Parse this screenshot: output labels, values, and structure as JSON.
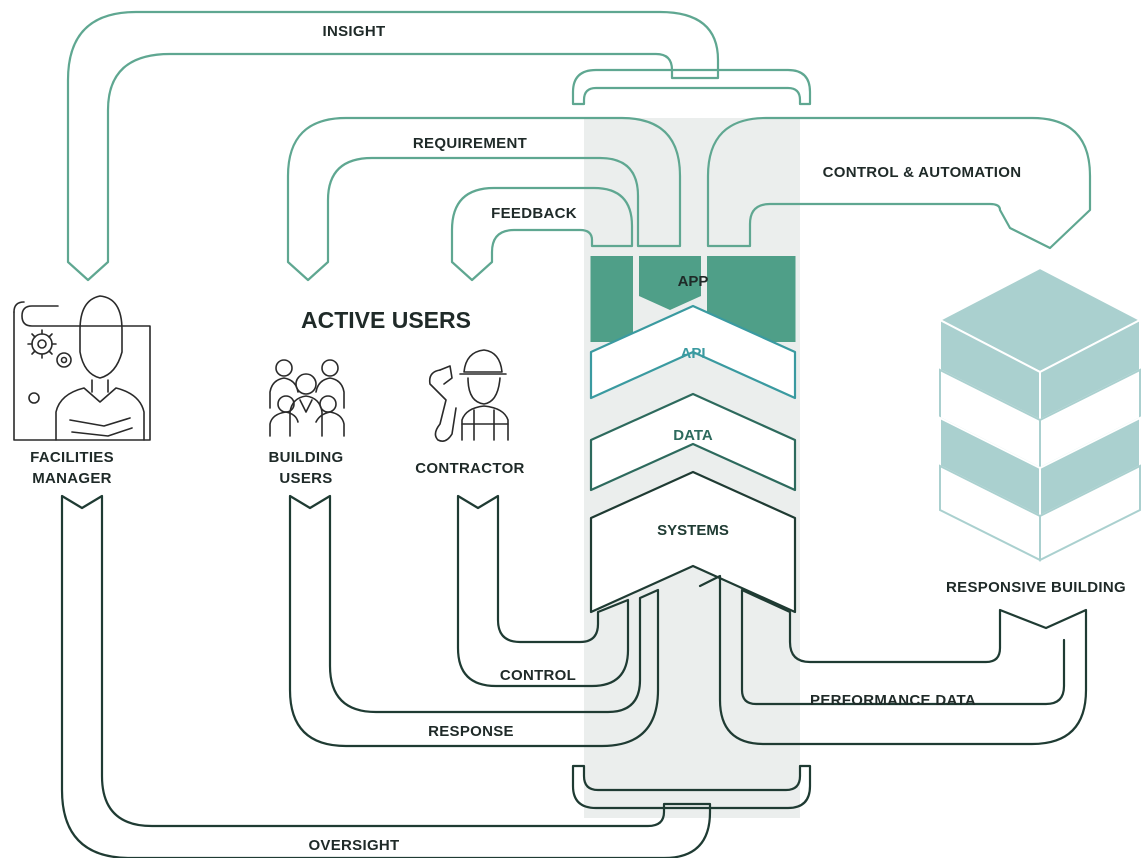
{
  "colors": {
    "green_arrow": "#5fa791",
    "dark_arrow": "#1f3b33",
    "column_bg": "#ebeeed",
    "app_fill": "#4f9f88",
    "api_stroke": "#3a9aa0",
    "building_teal": "#aad0cf"
  },
  "diagram": {
    "active_users_title": "ACTIVE USERS",
    "flows": {
      "insight": "INSIGHT",
      "requirement": "REQUIREMENT",
      "feedback": "FEEDBACK",
      "control_automation": "CONTROL & AUTOMATION",
      "control": "CONTROL",
      "response": "RESPONSE",
      "oversight": "OVERSIGHT",
      "performance_data": "PERFORMANCE DATA"
    },
    "stack_layers": {
      "app": "APP",
      "api": "API",
      "data": "DATA",
      "systems": "SYSTEMS"
    },
    "actors": {
      "facilities_manager_line1": "FACILITIES",
      "facilities_manager_line2": "MANAGER",
      "building_users_line1": "BUILDING",
      "building_users_line2": "USERS",
      "contractor": "CONTRACTOR",
      "responsive_building": "RESPONSIVE BUILDING"
    },
    "icons": {
      "facilities_manager": "person-with-gears-blueprint-icon",
      "building_users": "group-of-people-icon",
      "contractor": "worker-with-wrench-icon",
      "responsive_building": "stacked-floors-building-icon"
    }
  }
}
